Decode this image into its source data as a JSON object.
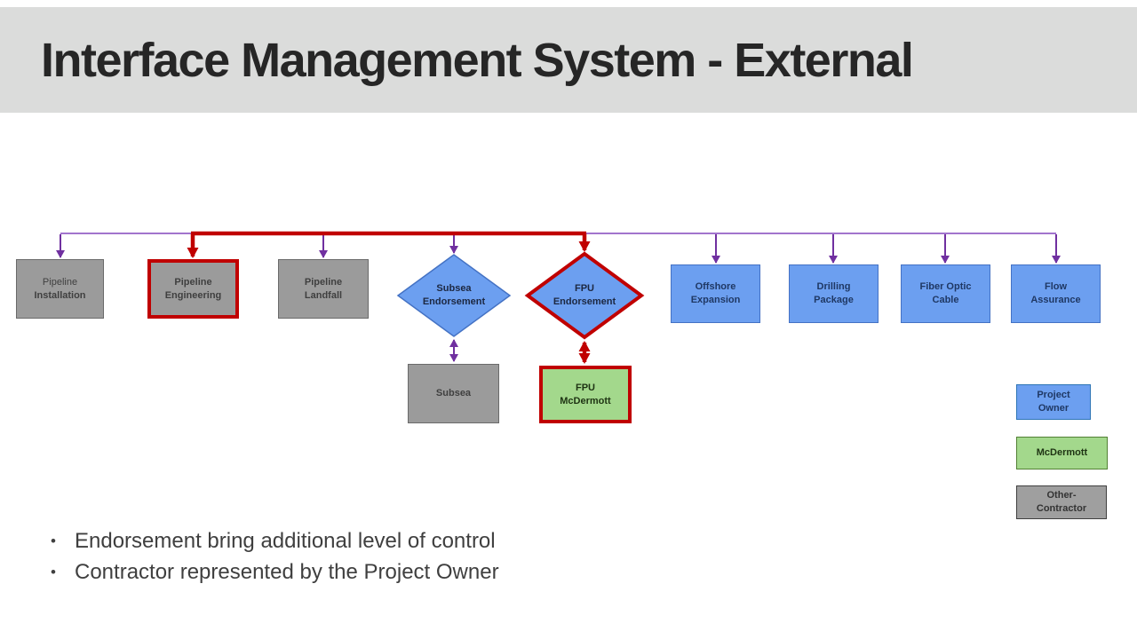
{
  "title": "Interface Management System - External",
  "nodes": {
    "pipeline_installation": {
      "line1": "Pipeline",
      "line2": "Installation"
    },
    "pipeline_engineering": {
      "line1": "Pipeline",
      "line2": "Engineering"
    },
    "pipeline_landfall": {
      "line1": "Pipeline",
      "line2": "Landfall"
    },
    "subsea_endorsement": {
      "line1": "Subsea",
      "line2": "Endorsement"
    },
    "fpu_endorsement": {
      "line1": "FPU",
      "line2": "Endorsement"
    },
    "offshore_expansion": {
      "line1": "Offshore",
      "line2": "Expansion"
    },
    "drilling_package": {
      "line1": "Drilling",
      "line2": "Package"
    },
    "fiber_optic_cable": {
      "line1": "Fiber Optic",
      "line2": "Cable"
    },
    "flow_assurance": {
      "line1": "Flow",
      "line2": "Assurance"
    },
    "subsea": {
      "line1": "Subsea"
    },
    "fpu_mcdermott": {
      "line1": "FPU",
      "line2": "McDermott"
    }
  },
  "legend": {
    "project_owner": {
      "line1": "Project",
      "line2": "Owner"
    },
    "mcdermott": {
      "line1": "McDermott"
    },
    "other_contractor": {
      "line1": "Other-",
      "line2": "Contractor"
    }
  },
  "bullets": [
    "Endorsement bring additional level of control",
    "Contractor represented by the Project Owner"
  ],
  "colors": {
    "banner_background": "#dbdcdb",
    "title_text": "#262626",
    "purple_connector": "#7030a0",
    "red_highlight": "#c00000",
    "blue_fill": "#6c9ff0",
    "blue_border": "#4472c4",
    "gray_fill": "#9b9b9b",
    "green_fill": "#a3d88c",
    "green_border": "#538135"
  }
}
